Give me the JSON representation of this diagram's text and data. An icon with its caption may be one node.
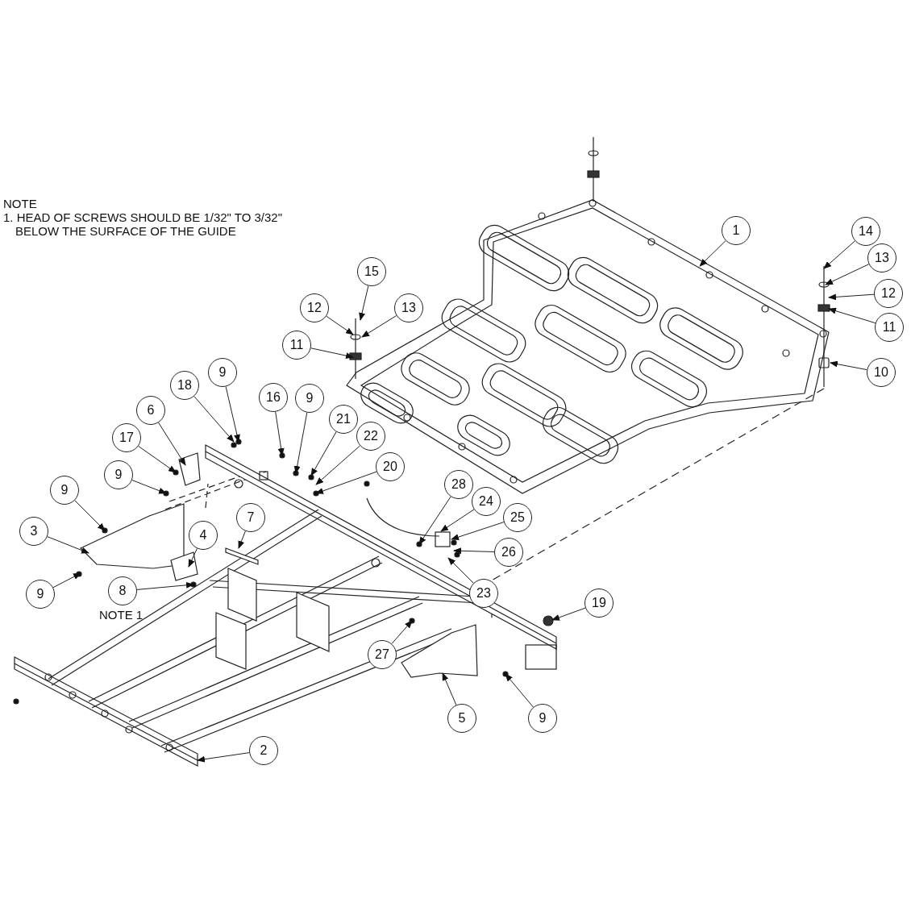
{
  "diagram": {
    "nodes": [
      {
        "text": [
          "1"
        ]
      },
      {
        "text": [
          "14"
        ]
      },
      {
        "text": [
          "13"
        ]
      },
      {
        "text": [
          "12"
        ]
      },
      {
        "text": [
          "11"
        ]
      },
      {
        "text": [
          "10"
        ]
      },
      {
        "text": [
          "15"
        ]
      },
      {
        "text": [
          "12"
        ]
      },
      {
        "text": [
          "13"
        ]
      },
      {
        "text": [
          "11"
        ]
      },
      {
        "text": [
          "9"
        ]
      },
      {
        "text": [
          "18"
        ]
      },
      {
        "text": [
          "6"
        ]
      },
      {
        "text": [
          "17"
        ]
      },
      {
        "text": [
          "9"
        ]
      },
      {
        "text": [
          "9"
        ]
      },
      {
        "text": [
          "3"
        ]
      },
      {
        "text": [
          "4"
        ]
      },
      {
        "text": [
          "7"
        ]
      },
      {
        "text": [
          "8"
        ]
      },
      {
        "text": [
          "9"
        ]
      },
      {
        "text": [
          "16"
        ]
      },
      {
        "text": [
          "9"
        ]
      },
      {
        "text": [
          "21"
        ]
      },
      {
        "text": [
          "22"
        ]
      },
      {
        "text": [
          "20"
        ]
      },
      {
        "text": [
          "28"
        ]
      },
      {
        "text": [
          "24"
        ]
      },
      {
        "text": [
          "25"
        ]
      },
      {
        "text": [
          "26"
        ]
      },
      {
        "text": [
          "23"
        ]
      },
      {
        "text": [
          "19"
        ]
      },
      {
        "text": [
          "27"
        ]
      },
      {
        "text": [
          "5"
        ]
      },
      {
        "text": [
          "9"
        ]
      },
      {
        "text": [
          "2"
        ]
      }
    ],
    "edges": [
      {
        "from": 0,
        "to": null,
        "arrow": "to"
      },
      {
        "from": 1,
        "to": null,
        "arrow": "to"
      },
      {
        "from": 2,
        "to": null,
        "arrow": "to"
      },
      {
        "from": 3,
        "to": null,
        "arrow": "to"
      },
      {
        "from": 4,
        "to": null,
        "arrow": "to"
      },
      {
        "from": 5,
        "to": null,
        "arrow": "to"
      },
      {
        "from": 6,
        "to": null,
        "arrow": "to"
      },
      {
        "from": 7,
        "to": null,
        "arrow": "to"
      },
      {
        "from": 8,
        "to": null,
        "arrow": "to"
      },
      {
        "from": 9,
        "to": null,
        "arrow": "to"
      },
      {
        "from": 10,
        "to": null,
        "arrow": "to"
      },
      {
        "from": 11,
        "to": null,
        "arrow": "to"
      },
      {
        "from": 12,
        "to": null,
        "arrow": "to"
      },
      {
        "from": 13,
        "to": null,
        "arrow": "to"
      },
      {
        "from": 14,
        "to": null,
        "arrow": "to"
      },
      {
        "from": 15,
        "to": null,
        "arrow": "to"
      },
      {
        "from": 16,
        "to": null,
        "arrow": "to"
      },
      {
        "from": 17,
        "to": null,
        "arrow": "to"
      },
      {
        "from": 18,
        "to": null,
        "arrow": "to"
      },
      {
        "from": 19,
        "to": null,
        "arrow": "to"
      },
      {
        "from": 20,
        "to": null,
        "arrow": "to"
      },
      {
        "from": 21,
        "to": null,
        "arrow": "to"
      },
      {
        "from": 22,
        "to": null,
        "arrow": "to"
      },
      {
        "from": 23,
        "to": null,
        "arrow": "to"
      },
      {
        "from": 24,
        "to": null,
        "arrow": "to"
      },
      {
        "from": 25,
        "to": null,
        "arrow": "to"
      },
      {
        "from": 26,
        "to": null,
        "arrow": "to"
      },
      {
        "from": 27,
        "to": null,
        "arrow": "to"
      },
      {
        "from": 28,
        "to": null,
        "arrow": "to"
      },
      {
        "from": 29,
        "to": null,
        "arrow": "to"
      },
      {
        "from": 30,
        "to": null,
        "arrow": "to"
      },
      {
        "from": 31,
        "to": null,
        "arrow": "to"
      },
      {
        "from": 32,
        "to": null,
        "arrow": "to"
      },
      {
        "from": 33,
        "to": null,
        "arrow": "to"
      },
      {
        "from": 34,
        "to": null,
        "arrow": "to"
      },
      {
        "from": 35,
        "to": null,
        "arrow": "to"
      }
    ],
    "labels": [
      "NOTE",
      "1. HEAD OF SCREWS SHOULD BE 1/32\" TO 3/32\" BELOW THE SURFACE OF THE GUIDE",
      "NOTE 1"
    ]
  }
}
